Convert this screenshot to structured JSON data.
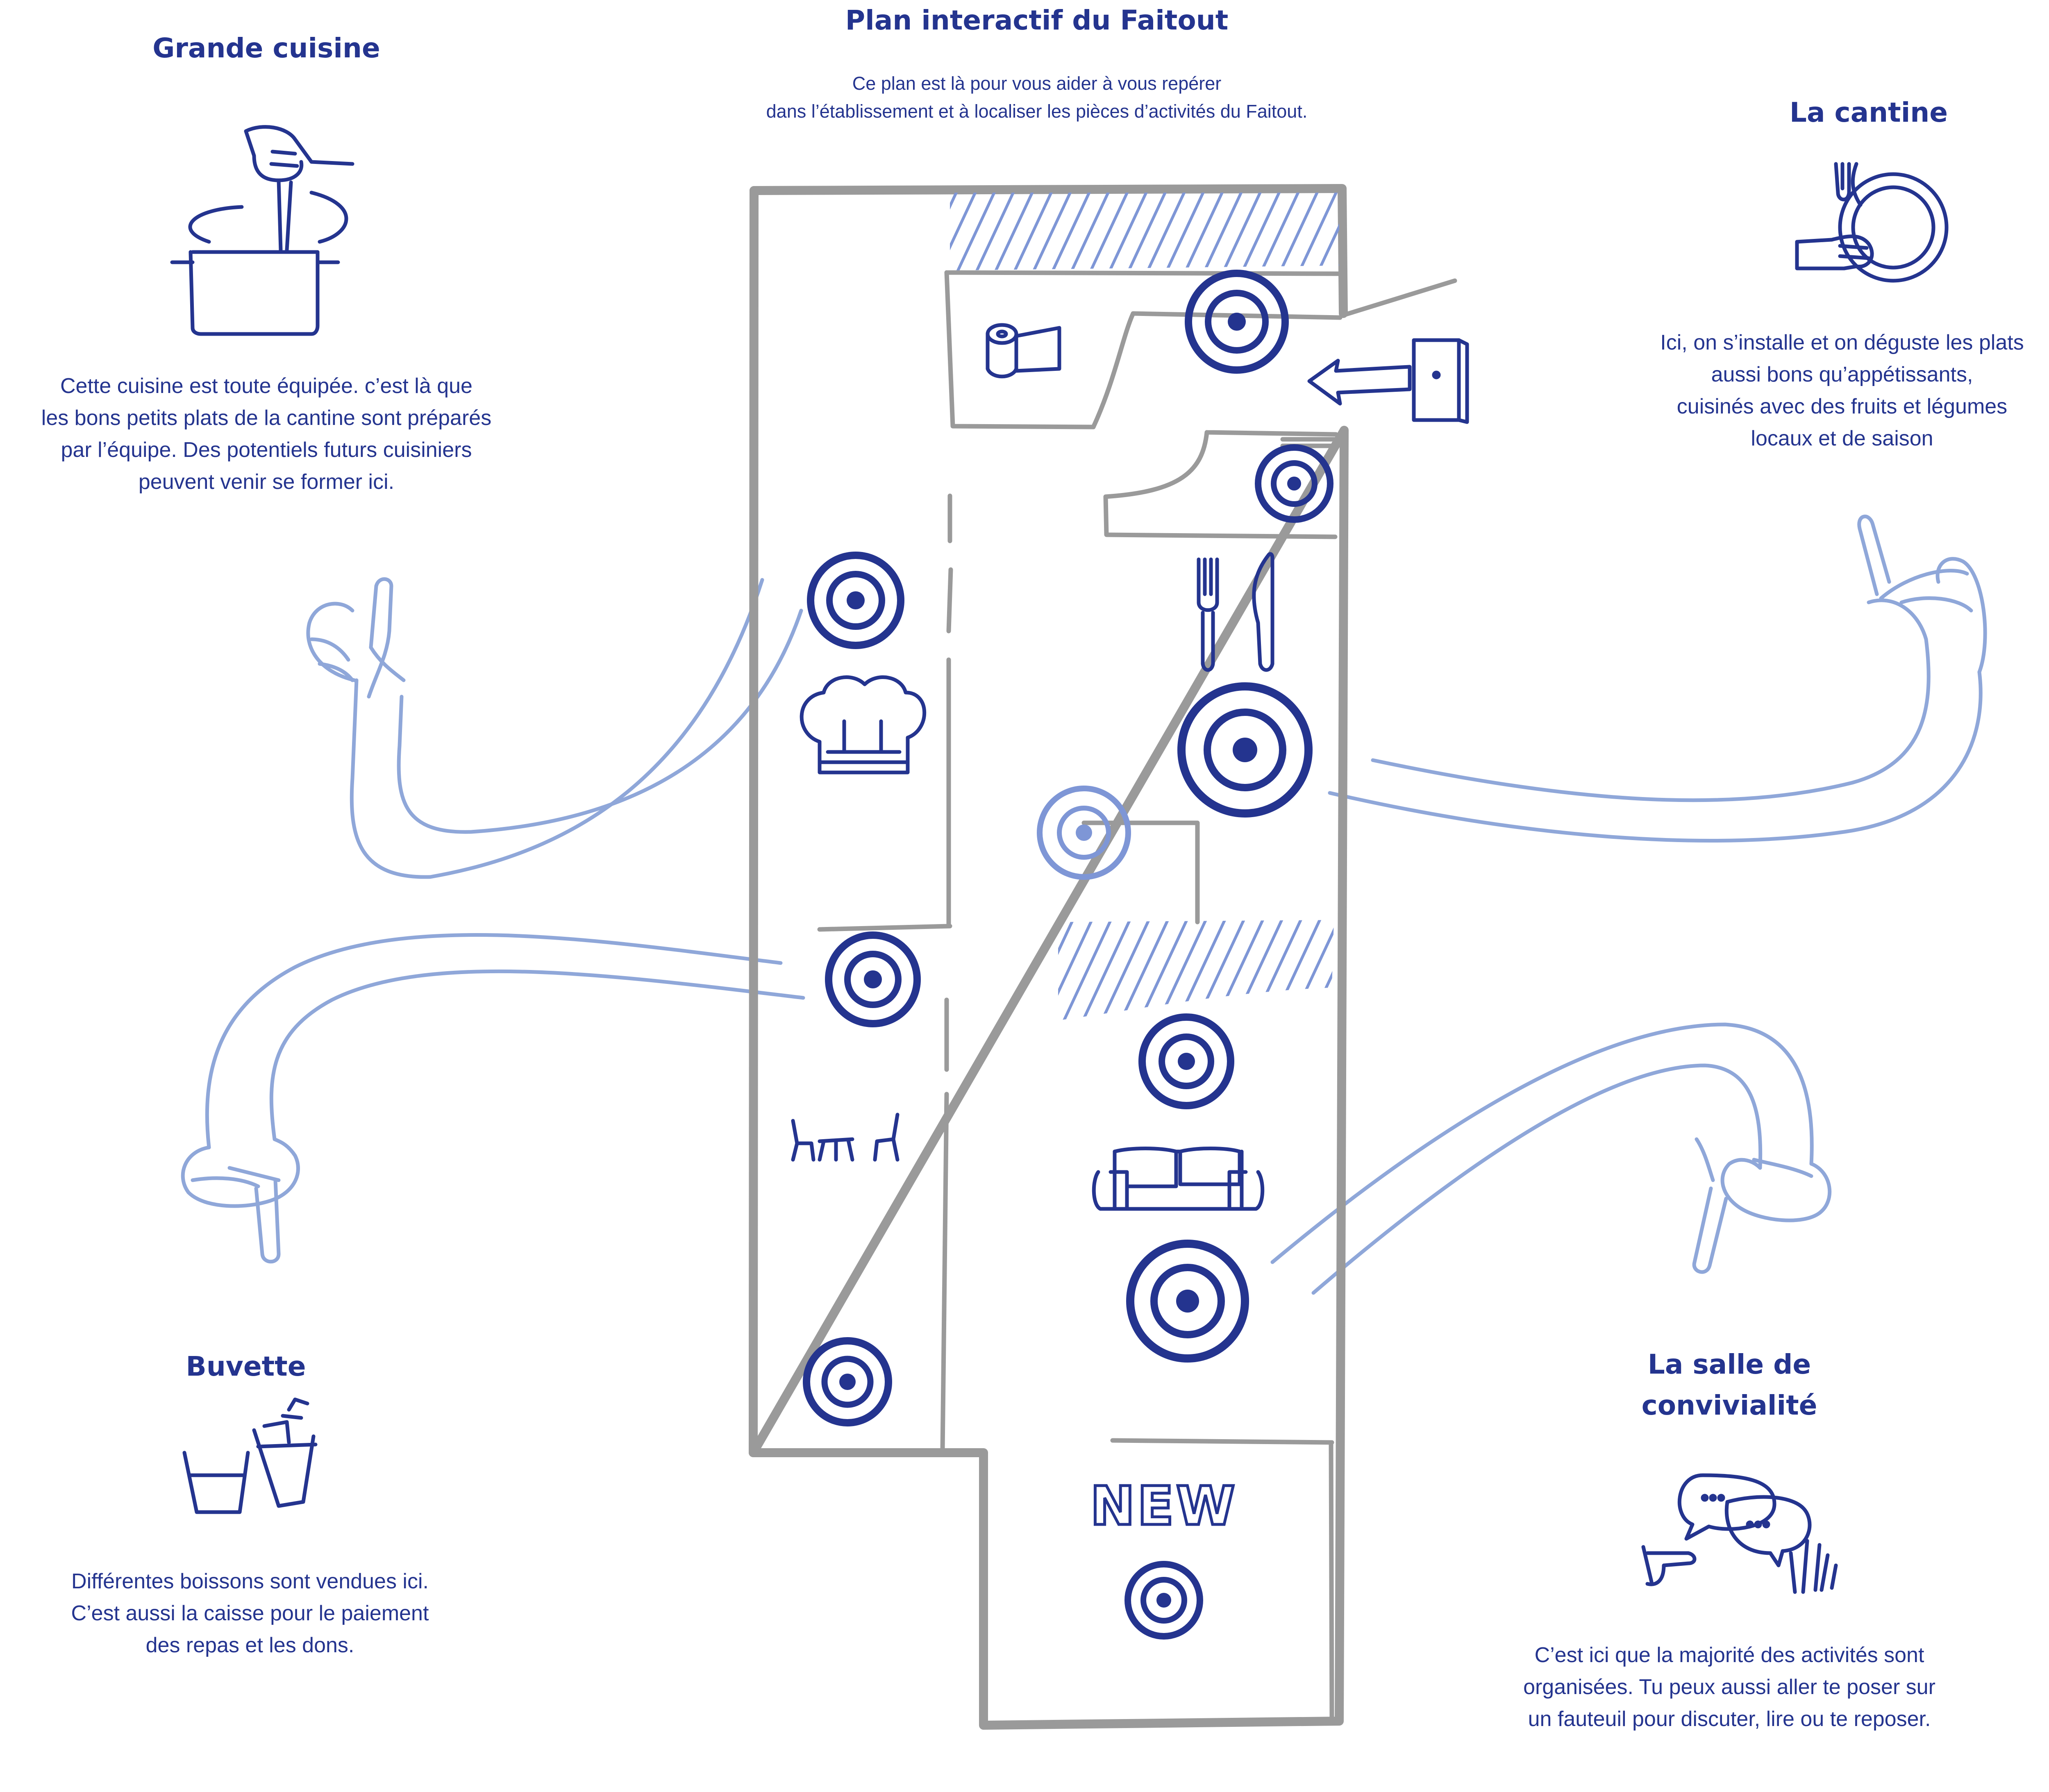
{
  "plan": {
    "title": "Plan interactif du Faitout",
    "intro_lines": [
      "Ce plan est là pour vous aider à vous repérer",
      "dans l’établissement et à localiser les pièces d’activités du Faitout."
    ],
    "new_label": "NEW"
  },
  "rooms": {
    "grande_cuisine": {
      "title": "Grande cuisine",
      "lines": [
        "Cette cuisine est toute équipée. c’est là que",
        "les bons petits plats de la cantine sont préparés",
        "par l’équipe. Des potentiels futurs cuisiniers",
        "peuvent venir se former ici."
      ]
    },
    "cantine": {
      "title": "La cantine",
      "lines": [
        "Ici, on s’installe et on déguste les plats",
        "aussi bons qu’appétissants,",
        "cuisinés avec des fruits et légumes",
        "locaux et de saison"
      ]
    },
    "buvette": {
      "title": "Buvette",
      "lines": [
        "Différentes boissons sont vendues ici.",
        "C’est aussi la caisse pour le paiement",
        "des repas et les dons."
      ]
    },
    "convivialite": {
      "title_lines": [
        "La salle de",
        "convivialité"
      ],
      "lines": [
        "C’est ici que la majorité des activités sont",
        "organisées. Tu peux aussi aller te poser sur",
        "un fauteuil pour discuter, lire ou te reposer."
      ]
    }
  },
  "icons": [
    "stirring-pot-icon",
    "plate-and-cutlery-icon",
    "drinks-icon",
    "speech-bubbles-icon",
    "toilet-paper-icon",
    "entrance-door-icon",
    "fork-knife-icon",
    "chef-hat-icon",
    "table-chairs-icon",
    "sofa-icon",
    "target-marker-icon",
    "pointing-hand-icon"
  ],
  "colors": {
    "ink": "#24348f",
    "light_blue": "#8fa7d9",
    "wall_gray": "#9a9a9a",
    "hatch_blue": "#7e96d6"
  }
}
